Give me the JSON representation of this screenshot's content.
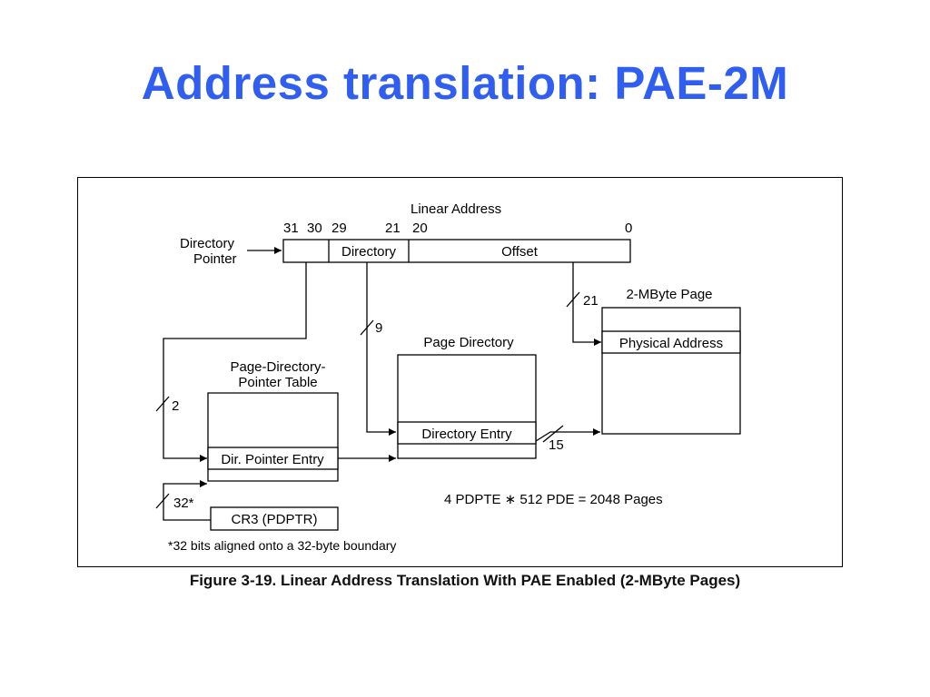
{
  "slide": {
    "title": "Address translation: PAE-2M",
    "caption": "Figure 3-19.  Linear Address Translation With PAE Enabled (2-MByte Pages)"
  },
  "diagram": {
    "linear_address_label": "Linear Address",
    "bit_labels": {
      "b31": "31",
      "b30": "30",
      "b29": "29",
      "b21": "21",
      "b20": "20",
      "b0": "0"
    },
    "fields": {
      "directory": "Directory",
      "offset": "Offset"
    },
    "directory_pointer_label_line1": "Directory",
    "directory_pointer_label_line2": "Pointer",
    "pdpt": {
      "title_line1": "Page-Directory-",
      "title_line2": "Pointer Table",
      "entry": "Dir. Pointer Entry"
    },
    "page_directory": {
      "title": "Page Directory",
      "entry": "Directory Entry"
    },
    "page": {
      "title": "2-MByte Page",
      "entry": "Physical Address"
    },
    "cr3": "CR3 (PDPTR)",
    "widths": {
      "w2": "2",
      "w9": "9",
      "w21": "21",
      "w15": "15",
      "w32": "32*"
    },
    "equation": "4 PDPTE ∗ 512 PDE = 2048 Pages",
    "footnote": "*32 bits aligned onto a 32-byte boundary"
  }
}
